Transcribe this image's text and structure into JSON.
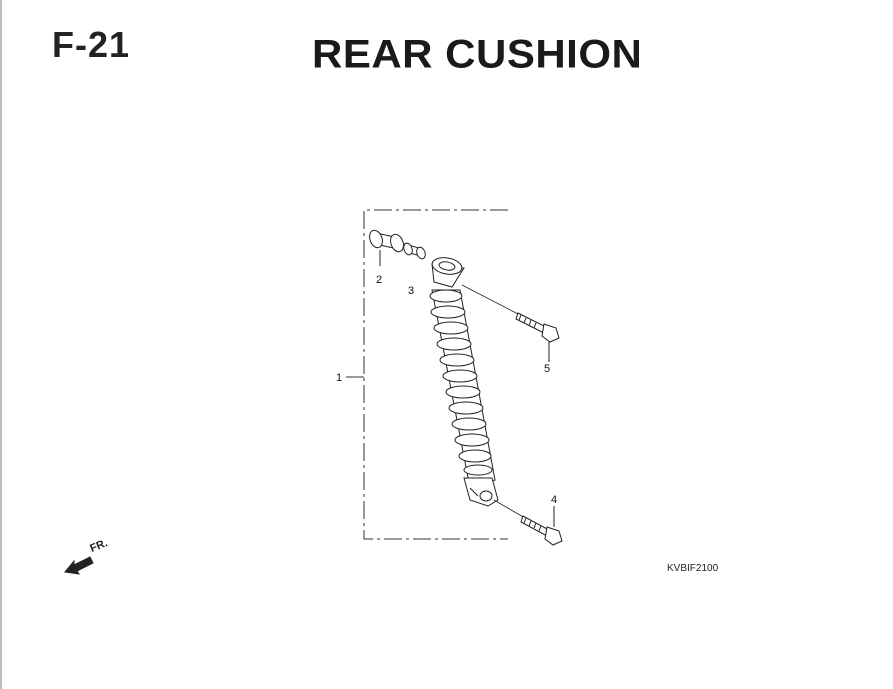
{
  "header": {
    "section_code": "F-21",
    "title": "REAR CUSHION"
  },
  "diagram": {
    "code": "KVBIF2100",
    "front_label": "FR.",
    "callouts": [
      "1",
      "2",
      "3",
      "4",
      "5"
    ]
  }
}
